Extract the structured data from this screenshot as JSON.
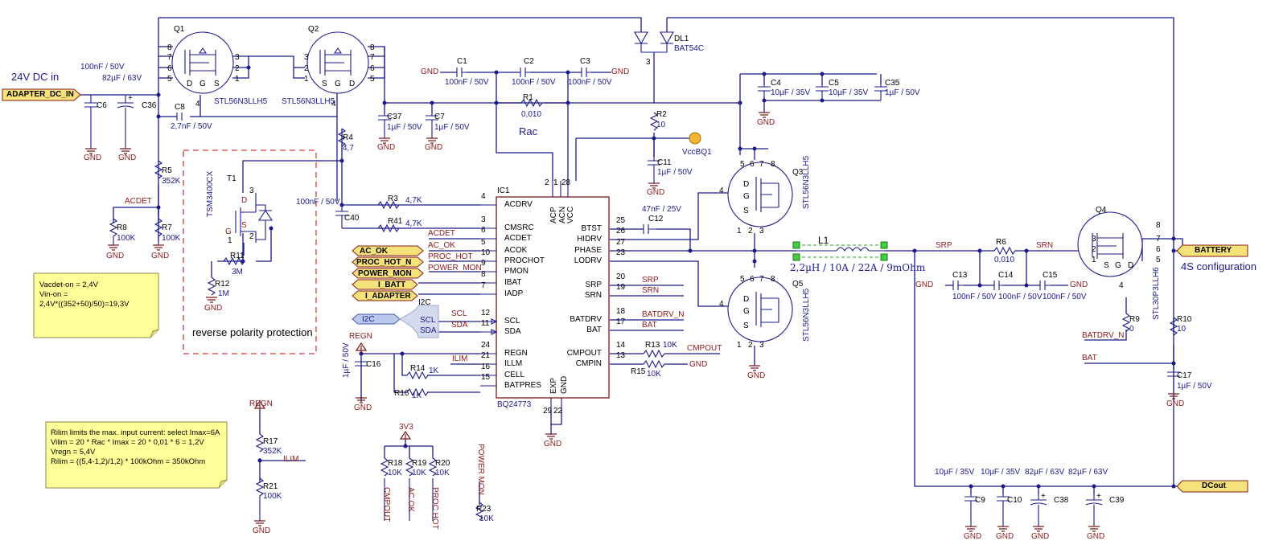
{
  "ports": {
    "adapter_dc_in": "ADAPTER_DC_IN",
    "battery": "BATTERY",
    "dcout": "DCout",
    "ac_ok": "AC_OK",
    "proc_hot_n": "PROC_HOT_N",
    "power_mon": "POWER_MON",
    "i_batt": "I_BATT",
    "i_adapter": "I_ADAPTER",
    "i2c": "I2C",
    "i2c_scl": "SCL",
    "i2c_sda": "SDA",
    "i2c_tag": "I2C"
  },
  "text": {
    "input_label": "24V DC in",
    "config_4s": "4S configuration",
    "rev_prot": "reverse polarity protection",
    "rac": "Rac",
    "ic_ref": "IC1",
    "ic_part": "BQ24773"
  },
  "notes": {
    "vadcet": [
      "Vacdet-on = 2,4V",
      "Vin-on =",
      "2,4V*((352+50)/50)=19,3V"
    ],
    "rilim": [
      "Rilim limits the max. input current: select Imax=6A",
      "Vilim = 20 * Rac * Imax = 20 * 0,01 * 6 = 1,2V",
      "Vregn = 5,4V",
      "Rilim = ((5,4-1,2)/1,2) * 100kOhm = 350kOhm"
    ]
  },
  "components": {
    "q1": {
      "ref": "Q1",
      "value": "STL56N3LLH5"
    },
    "q2": {
      "ref": "Q2",
      "value": "STL56N3LLH5"
    },
    "q3": {
      "ref": "Q3",
      "value": "STL56N3LLH5"
    },
    "q5": {
      "ref": "Q5",
      "value": "STL56N3LLH5"
    },
    "q4": {
      "ref": "Q4",
      "value": "STL30P3LLH6"
    },
    "t1": {
      "ref": "T1",
      "value": "TSM3400CX"
    },
    "dl1": {
      "ref": "DL1",
      "value": "BAT54C"
    },
    "l1": {
      "ref": "L1",
      "value": "2,2µH / 10A / 22A / 9mOhm"
    },
    "r1": {
      "ref": "R1",
      "value": "0,010"
    },
    "r2": {
      "ref": "R2",
      "value": "10"
    },
    "r3": {
      "ref": "R3",
      "value": "4,7K"
    },
    "r41": {
      "ref": "R41",
      "value": "4,7K"
    },
    "r4": {
      "ref": "R4",
      "value": "4,7"
    },
    "r5": {
      "ref": "R5",
      "value": "352K"
    },
    "r6": {
      "ref": "R6",
      "value": "0,010"
    },
    "r7": {
      "ref": "R7",
      "value": "100K"
    },
    "r8": {
      "ref": "R8",
      "value": "100K"
    },
    "r9": {
      "ref": "R9",
      "value": "0"
    },
    "r10": {
      "ref": "R10",
      "value": "10"
    },
    "r11": {
      "ref": "R11",
      "value": "3M"
    },
    "r12": {
      "ref": "R12",
      "value": "1M"
    },
    "r13": {
      "ref": "R13",
      "value": "10K"
    },
    "r14": {
      "ref": "R14",
      "value": "1K"
    },
    "r15": {
      "ref": "R15",
      "value": "10K"
    },
    "r16": {
      "ref": "R16",
      "value": "1K"
    },
    "r17": {
      "ref": "R17",
      "value": "352K"
    },
    "r18": {
      "ref": "R18",
      "value": "10K"
    },
    "r19": {
      "ref": "R19",
      "value": "10K"
    },
    "r20": {
      "ref": "R20",
      "value": "10K"
    },
    "r21": {
      "ref": "R21",
      "value": "100K"
    },
    "r23": {
      "ref": "R23",
      "value": "10K"
    },
    "c1": {
      "ref": "C1",
      "value": "100nF / 50V"
    },
    "c2": {
      "ref": "C2",
      "value": "100nF / 50V"
    },
    "c3": {
      "ref": "C3",
      "value": "100nF / 50V"
    },
    "c4": {
      "ref": "C4",
      "value": "10µF / 35V"
    },
    "c5": {
      "ref": "C5",
      "value": "10µF / 35V"
    },
    "c35": {
      "ref": "C35",
      "value": "1µF / 50V"
    },
    "c6": {
      "ref": "C6",
      "value": "100nF / 50V"
    },
    "c36": {
      "ref": "C36",
      "value": "82µF / 63V"
    },
    "c7": {
      "ref": "C7",
      "value": "1µF / 50V"
    },
    "c37": {
      "ref": "C37",
      "value": "1µF / 50V"
    },
    "c8": {
      "ref": "C8",
      "value": "2,7nF / 50V"
    },
    "c9": {
      "ref": "C9",
      "value": "10µF / 35V"
    },
    "c10": {
      "ref": "C10",
      "value": "10µF / 35V"
    },
    "c11": {
      "ref": "C11",
      "value": "1µF / 50V"
    },
    "c12": {
      "ref": "C12",
      "value": "47nF / 25V"
    },
    "c13": {
      "ref": "C13",
      "value": "100nF / 50V"
    },
    "c14": {
      "ref": "C14",
      "value": "100nF / 50V"
    },
    "c15": {
      "ref": "C15",
      "value": "100nF / 50V"
    },
    "c16": {
      "ref": "C16",
      "value": "1µF / 50V"
    },
    "c17": {
      "ref": "C17",
      "value": "1µF / 50V"
    },
    "c38": {
      "ref": "C38",
      "value": "82µF / 63V"
    },
    "c39": {
      "ref": "C39",
      "value": "82µF / 63V"
    },
    "c40": {
      "ref": "C40",
      "value": "100nF / 50V"
    }
  },
  "ic_pins_left": [
    {
      "num": "4",
      "name": "ACDRV"
    },
    {
      "num": "3",
      "name": "CMSRC"
    },
    {
      "num": "6",
      "name": "ACDET"
    },
    {
      "num": "5",
      "name": "ACOK"
    },
    {
      "num": "10",
      "name": "PROCHOT"
    },
    {
      "num": "9",
      "name": "PMON"
    },
    {
      "num": "8",
      "name": "IBAT"
    },
    {
      "num": "7",
      "name": "IADP"
    },
    {
      "num": "12",
      "name": "SCL"
    },
    {
      "num": "11",
      "name": "SDA"
    },
    {
      "num": "24",
      "name": "REGN"
    },
    {
      "num": "21",
      "name": "ILLM"
    },
    {
      "num": "16",
      "name": "CELL"
    },
    {
      "num": "15",
      "name": "BATPRES"
    }
  ],
  "ic_pins_right": [
    {
      "num": "25",
      "name": "BTST"
    },
    {
      "num": "26",
      "name": "HIDRV"
    },
    {
      "num": "27",
      "name": "PHASE"
    },
    {
      "num": "23",
      "name": "LODRV"
    },
    {
      "num": "20",
      "name": "SRP"
    },
    {
      "num": "19",
      "name": "SRN"
    },
    {
      "num": "18",
      "name": "BATDRV"
    },
    {
      "num": "17",
      "name": "BAT"
    },
    {
      "num": "14",
      "name": "CMPOUT"
    },
    {
      "num": "13",
      "name": "CMPIN"
    }
  ],
  "ic_pins_top": [
    {
      "num": "2",
      "name": "ACP"
    },
    {
      "num": "1",
      "name": "ACN"
    },
    {
      "num": "28",
      "name": "VCC"
    }
  ],
  "ic_pins_bottom": [
    {
      "num": "29",
      "name": "EXP"
    },
    {
      "num": "22",
      "name": "GND"
    }
  ],
  "nets": {
    "gnd": "GND",
    "acdet": "ACDET",
    "ac_ok": "AC_OK",
    "proc_hot": "PROC_HOT",
    "power_mon": "POWER_MON",
    "scl": "SCL",
    "sda": "SDA",
    "ilim": "ILIM",
    "regn": "REGN",
    "v3v3": "3V3",
    "srp": "SRP",
    "srn": "SRN",
    "batdrv_n": "BATDRV_N",
    "bat": "BAT",
    "cmpout": "CMPOUT",
    "vccbq1": "VccBQ1",
    "cmpout_v": "CMPOUT",
    "ac_ok_v": "AC OK",
    "proc_hot_v": "PROC HOT",
    "power_mon_v": "POWER MON"
  }
}
